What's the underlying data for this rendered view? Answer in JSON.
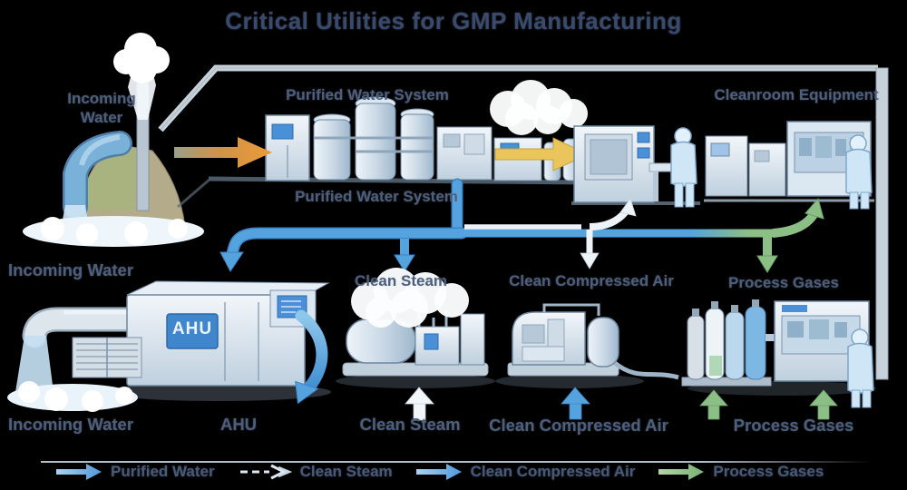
{
  "title": "Critical Utilities for GMP Manufacturing",
  "labels": {
    "incoming_water_top": "Incoming Water",
    "purified_water_system_top": "Purified Water System",
    "purified_water_system_bottom": "Purified Water System",
    "cleanroom_equipment": "Cleanroom Equipment",
    "incoming_water_mid": "Incoming Water",
    "clean_steam_top": "Clean Steam",
    "clean_compressed_air_top": "Clean Compressed Air",
    "process_gases_top": "Process Gases",
    "incoming_water_bottom": "Incoming Water",
    "ahu": "AHU",
    "ahu_sign": "AHU",
    "clean_steam_bottom": "Clean Steam",
    "clean_compressed_air_bottom": "Clean Compressed Air",
    "process_gases_bottom": "Process Gases"
  },
  "legend": {
    "items": [
      {
        "label": "Purified Water",
        "icon": "blue-solid-arrow",
        "color": "#66abe2"
      },
      {
        "label": "Clean Steam",
        "icon": "white-dashed-arrow",
        "color": "#e8eef5"
      },
      {
        "label": "Clean Compressed Air",
        "icon": "blue-solid-arrow",
        "color": "#66abe2"
      },
      {
        "label": "Process Gases",
        "icon": "green-solid-arrow",
        "color": "#8fc18a"
      }
    ]
  },
  "flow_colors": {
    "incoming_feed_arrow": "#e8963c",
    "purified_to_cleanroom_arrow": "#e9c55c",
    "purified_water": "#54a3de",
    "clean_steam": "#eef3f8",
    "clean_compressed_air": "#54a3de",
    "process_gases": "#8cbf85"
  },
  "text_colors": {
    "title": "#3a4a6d",
    "label": "#4e5f7e"
  },
  "background": "#000000"
}
